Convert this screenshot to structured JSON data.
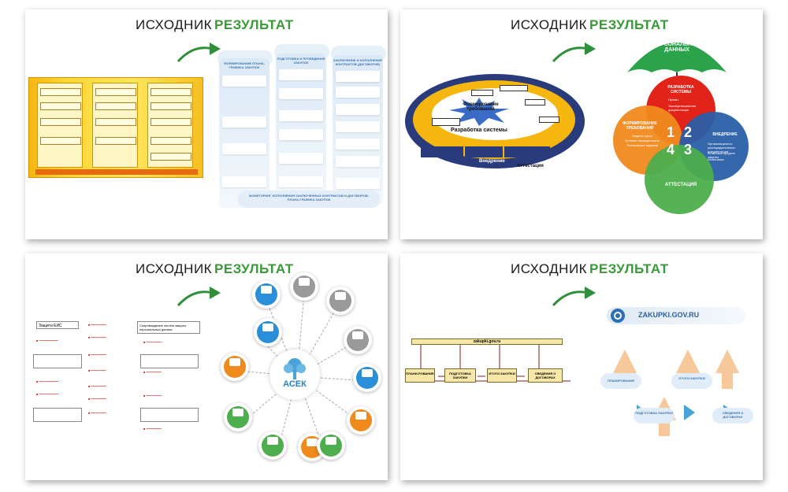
{
  "headers": {
    "source": "ИСХОДНИК",
    "result": "РЕЗУЛЬТАТ"
  },
  "colors": {
    "result_green": "#3a9a3a",
    "arrow_green": "#2f8f3a",
    "red": "#e2231a",
    "blue": "#2a5fa8",
    "green": "#4cae4c",
    "orange": "#f08a1d",
    "navy": "#2a3b7c",
    "yellow": "#f5b70f"
  },
  "panel1": {
    "cols": [
      {
        "title": "ФОРМИРОВАНИЕ ПЛАНА-ГРАФИКА ЗАКУПОК"
      },
      {
        "title": "ПОДГОТОВКА И ПРОВЕДЕНИЕ ЗАКУПОК"
      },
      {
        "title": "ЗАКЛЮЧЕНИЕ И ИСПОЛНЕНИЕ КОНТРАКТОВ (ДОГОВОРОВ)"
      }
    ],
    "footer": "МОНИТОРИНГ ИСПОЛНЕНИЯ ЗАКЛЮЧЕННЫХ КОНТРАКТОВ И ДОГОВОРОВ, ПЛАНА-ГРАФИКА ЗАКУПОК"
  },
  "panel2": {
    "left": {
      "formation": "Формирование требований",
      "development": "Разработка системы",
      "implementation": "Внедрение",
      "attestation": "Аттестация"
    },
    "umbrella": "ЗАЩИТА ПЕРСОНАЛЬНЫХ ДАННЫХ",
    "circles": [
      {
        "num": "1",
        "title": "ФОРМИРОВАНИЕ ТРЕБОВАНИЙ",
        "items": [
          "Модель угроз",
          "Уровень защищенности",
          "Технические задания"
        ]
      },
      {
        "num": "2",
        "title": "РАЗРАБОТКА СИСТЕМЫ",
        "items": [
          "Проект",
          "Эксплуатационная документация"
        ]
      },
      {
        "num": "3",
        "title": "ВНЕДРЕНИЕ",
        "items": [
          "Организационно-распорядительная документация",
          "Установка средств защиты",
          "Испытания"
        ]
      },
      {
        "num": "4",
        "title": "АТТЕСТАЦИЯ",
        "items": []
      }
    ]
  },
  "panel3": {
    "left_cards": [
      "Защита ЕИС",
      "Сопровождение систем защиты персональных данных"
    ],
    "hub": "АСЕК"
  },
  "panel4": {
    "left_header": "zakupki.gov.ru",
    "left_boxes": [
      "ПЛАНИ-РОВАНИЕ",
      "ПОДГОТОВКА ЗАКУПКИ",
      "ИТОГИ ЗАКУПКИ",
      "СВЕДЕНИЯ О ДОГОВОРАХ"
    ],
    "right_header": "ZAKUPKI.GOV.RU",
    "right_nodes": [
      "ПЛАНИРОВАНИЕ",
      "ПОДГОТОВКА ЗАКУПКИ",
      "ИТОГИ ЗАКУПКИ",
      "СВЕДЕНИЯ О ДОГОВОРАХ"
    ]
  }
}
